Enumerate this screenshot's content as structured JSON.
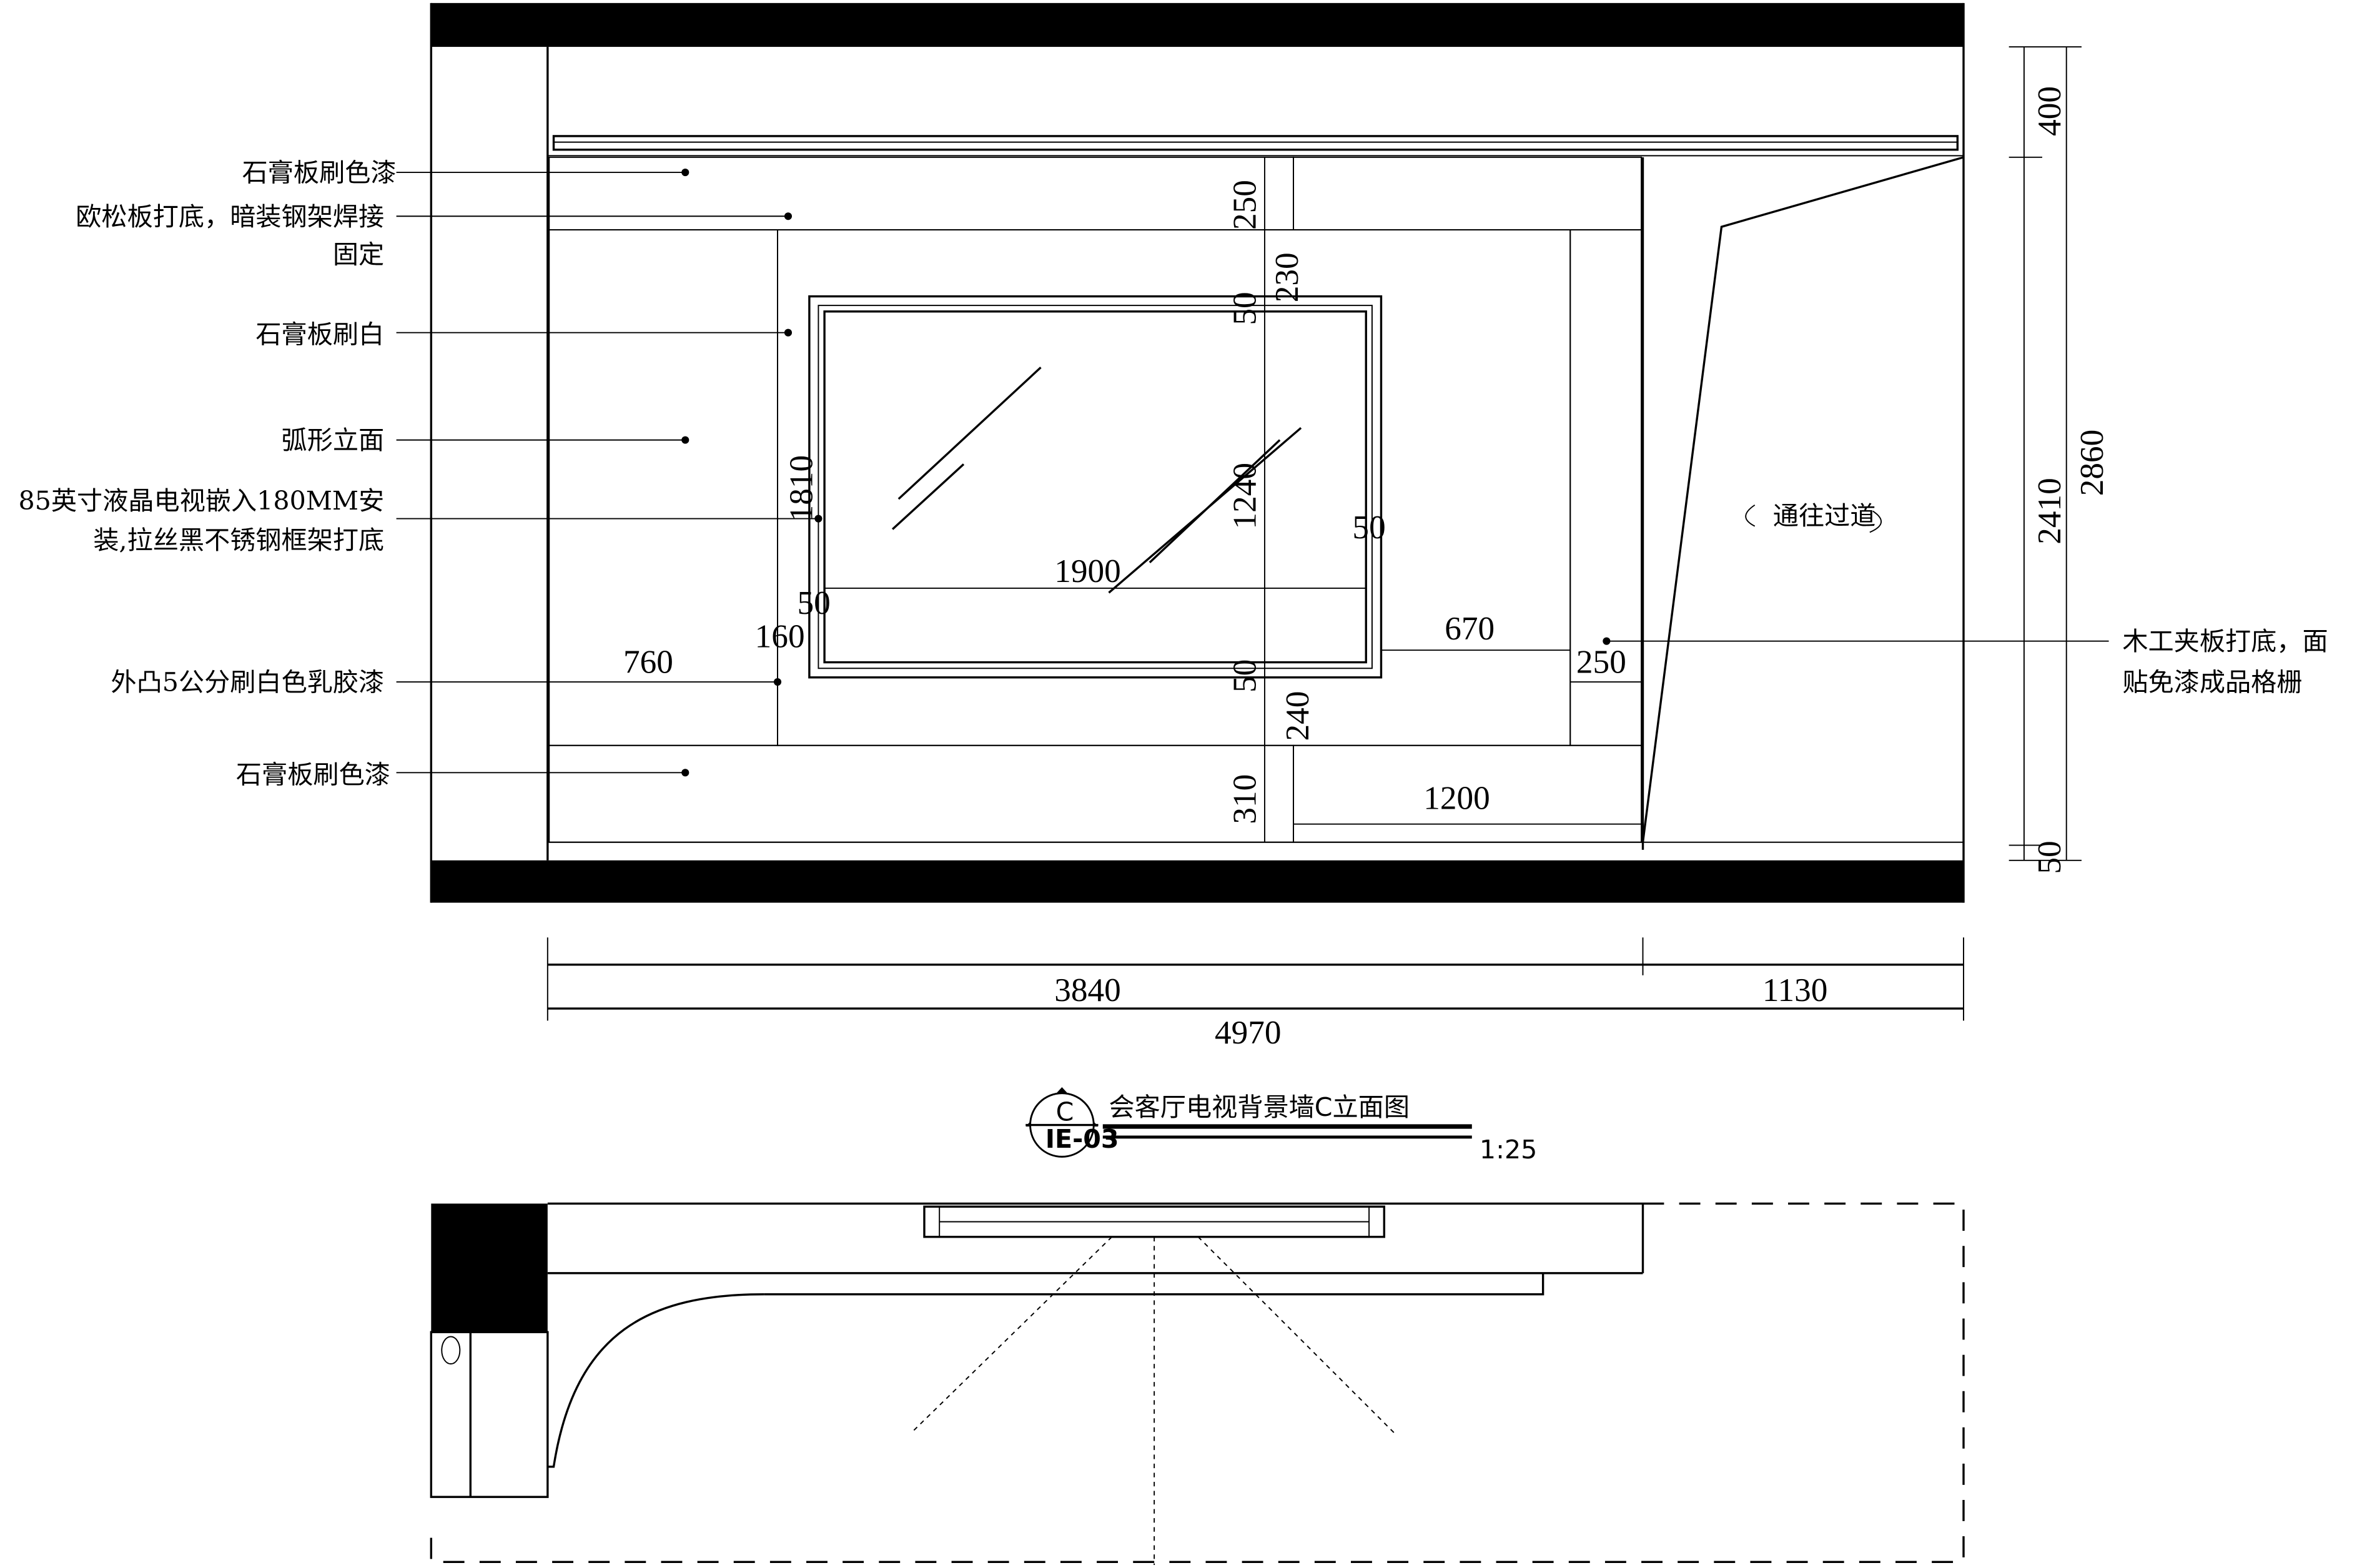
{
  "title": {
    "main": "会客厅电视背景墙C立面图",
    "scale": "1:25",
    "symbol_letter": "C",
    "symbol_sheet": "IE-03"
  },
  "annotations_left": [
    {
      "id": "a1",
      "text": "石膏板刷色漆"
    },
    {
      "id": "a2",
      "text": "欧松板打底，暗装钢架焊接"
    },
    {
      "id": "a2b",
      "text": "固定"
    },
    {
      "id": "a3",
      "text": "石膏板刷白"
    },
    {
      "id": "a4",
      "text": "弧形立面"
    },
    {
      "id": "a5",
      "text": "85英寸液晶电视嵌入180MM安"
    },
    {
      "id": "a5b",
      "text": "装,拉丝黑不锈钢框架打底"
    },
    {
      "id": "a6",
      "text": "外凸5公分刷白色乳胶漆"
    },
    {
      "id": "a7",
      "text": "石膏板刷色漆"
    }
  ],
  "annotations_right": [
    {
      "id": "r1",
      "text": "木工夹板打底，面"
    },
    {
      "id": "r1b",
      "text": "贴免漆成品格栅"
    }
  ],
  "passage_label": "通往过道",
  "dimensions": {
    "vertical_inner": [
      "250",
      "230",
      "50",
      "1240",
      "50",
      "240",
      "310"
    ],
    "tv_height_overall": "1810",
    "tv_width": "1900",
    "tv_frame_right": "50",
    "tv_frame_left": "50",
    "left_offset": "160",
    "left_panel": "760",
    "right_frame": "670",
    "right_grille": "250",
    "bottom_grille": "1200",
    "right_side": [
      "400",
      "2410",
      "50"
    ],
    "right_total": "2860",
    "bottom_segments": [
      "3840",
      "1130"
    ],
    "bottom_total": "4970"
  }
}
